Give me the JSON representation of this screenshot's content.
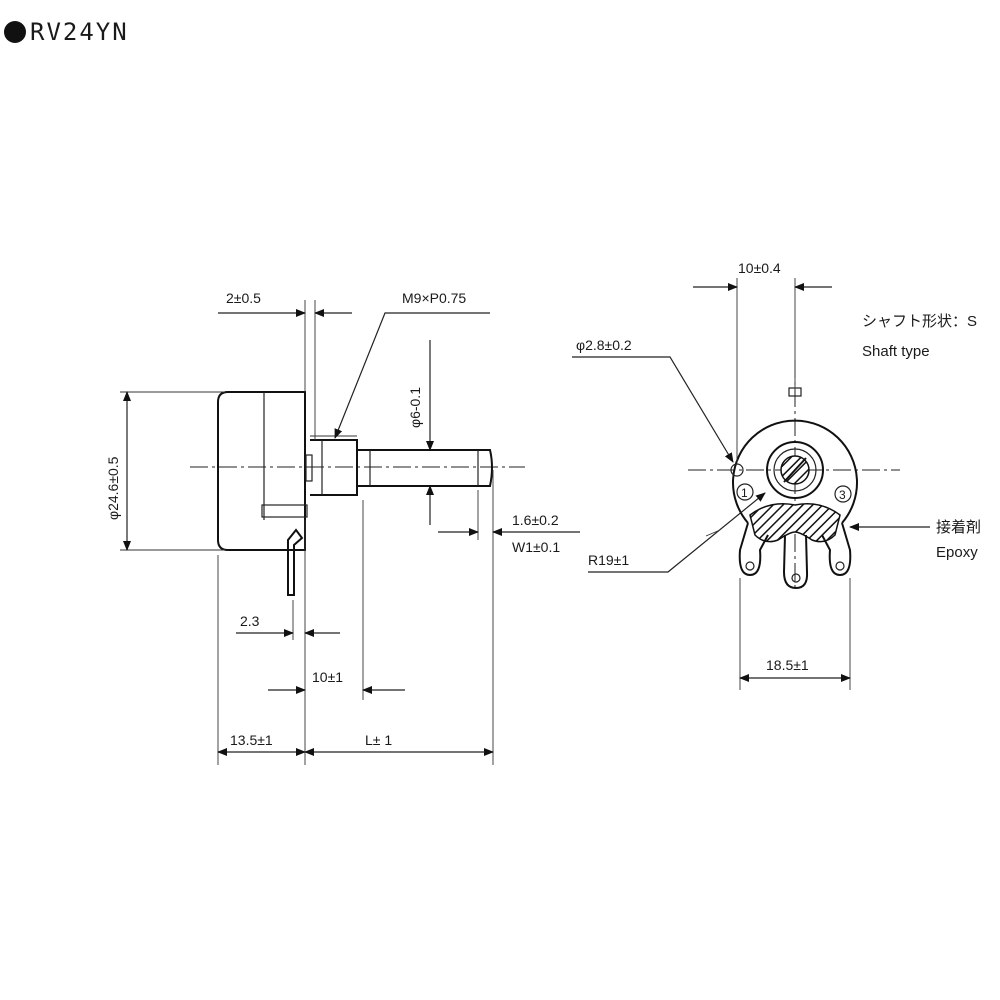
{
  "title": "RV24YN",
  "side_view": {
    "dim_gap": "2±0.5",
    "dim_thread": "M9×P0.75",
    "dim_shaft_dia": "φ6-0.1",
    "dim_body_dia": "φ24.6±0.5",
    "dim_slot_width": "1.6±0.2",
    "dim_slot_width_w": "W1±0.1",
    "dim_terminal": "2.3",
    "dim_bushing": "10±1",
    "dim_body_depth": "13.5±1",
    "dim_shaft_length": "L± 1"
  },
  "front_view": {
    "dim_top": "10±0.4",
    "dim_hole": "φ2.8±0.2",
    "dim_radius": "R19±1",
    "dim_width": "18.5±1",
    "shaft_type_jp": "シャフト形状：S",
    "shaft_type_en": "Shaft type",
    "epoxy_jp": "接着剤",
    "epoxy_en": "Epoxy",
    "terminal_1": "1",
    "terminal_3": "3"
  }
}
